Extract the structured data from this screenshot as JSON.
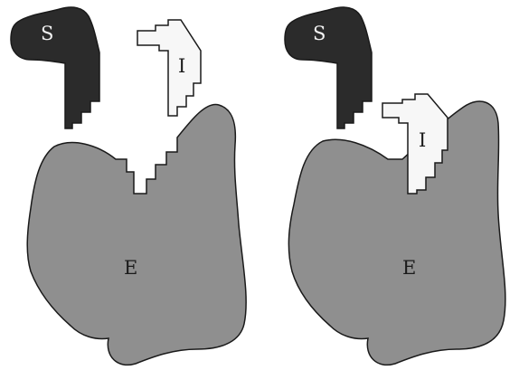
{
  "left_panel": {
    "S": "S",
    "I": "I",
    "E": "E"
  },
  "right_panel": {
    "S": "S",
    "I": "I",
    "E": "E"
  },
  "colors": {
    "S_fill": "#2b2b2b",
    "I_fill": "#f7f7f7",
    "E_fill": "#8f8f8f",
    "outline": "#1a1a1a",
    "background": "#ffffff"
  }
}
